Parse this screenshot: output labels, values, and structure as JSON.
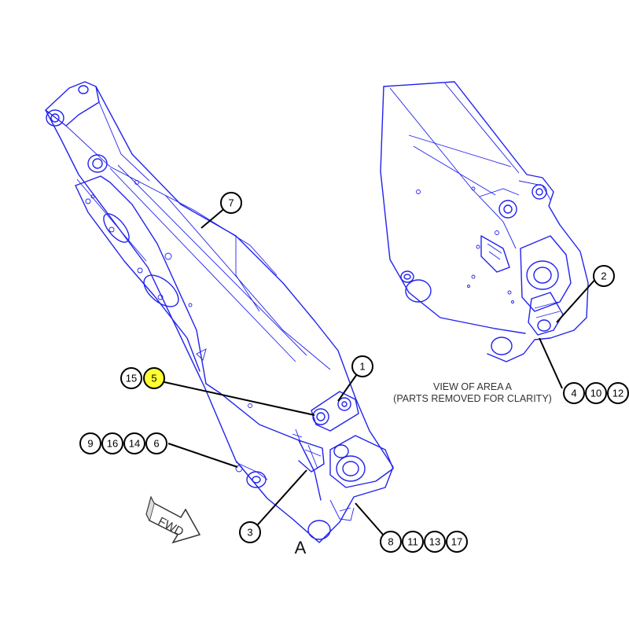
{
  "caption": {
    "line1": "VIEW OF AREA A",
    "line2": "(PARTS REMOVED FOR CLARITY)"
  },
  "area_label": "A",
  "direction_label": "FWD",
  "highlight_color": "#ffff33",
  "line_color": "#2222ee",
  "callouts": [
    {
      "id": "c7",
      "label": "7"
    },
    {
      "id": "c1",
      "label": "1"
    },
    {
      "id": "c15",
      "label": "15"
    },
    {
      "id": "c5",
      "label": "5",
      "highlighted": true
    },
    {
      "id": "c9",
      "label": "9"
    },
    {
      "id": "c16",
      "label": "16"
    },
    {
      "id": "c14",
      "label": "14"
    },
    {
      "id": "c6",
      "label": "6"
    },
    {
      "id": "c3",
      "label": "3"
    },
    {
      "id": "c8",
      "label": "8"
    },
    {
      "id": "c11",
      "label": "11"
    },
    {
      "id": "c13",
      "label": "13"
    },
    {
      "id": "c17",
      "label": "17"
    },
    {
      "id": "c2",
      "label": "2"
    },
    {
      "id": "c4",
      "label": "4"
    },
    {
      "id": "c10",
      "label": "10"
    },
    {
      "id": "c12",
      "label": "12"
    }
  ]
}
